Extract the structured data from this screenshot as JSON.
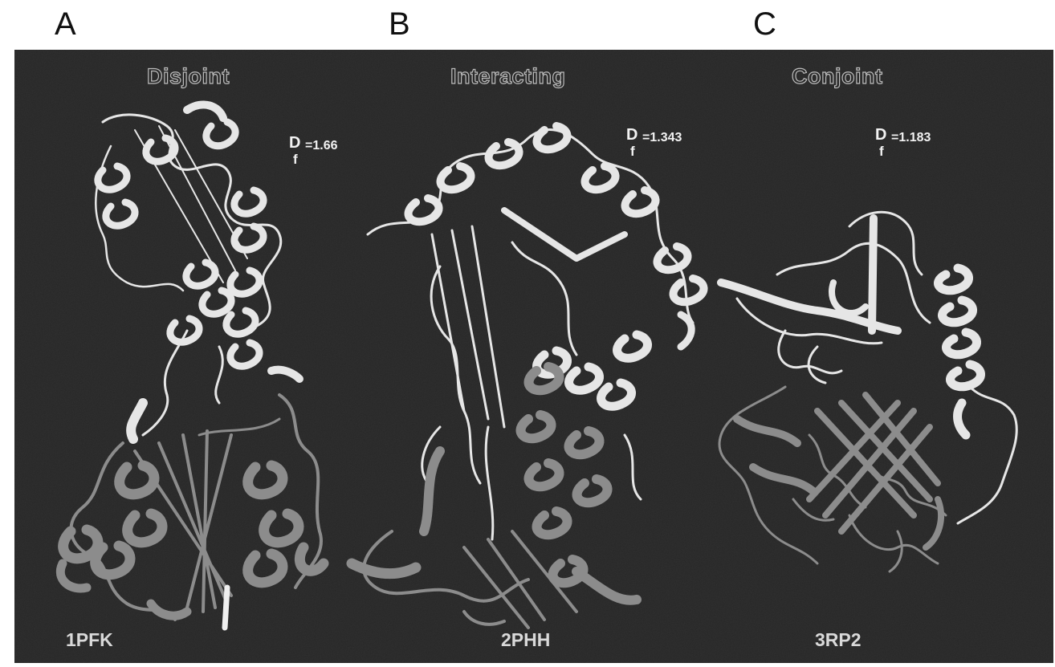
{
  "panels": [
    {
      "letter": "A",
      "heading": "Disjoint",
      "df_symbol": "D",
      "df_sub": "f",
      "df_value": "=1.66",
      "pdb": "1PFK"
    },
    {
      "letter": "B",
      "heading": "Interacting",
      "df_symbol": "D",
      "df_sub": "f",
      "df_value": "=1.343",
      "pdb": "2PHH"
    },
    {
      "letter": "C",
      "heading": "Conjoint",
      "df_symbol": "D",
      "df_sub": "f",
      "df_value": "=1.183",
      "pdb": "3RP2"
    }
  ],
  "colors": {
    "background": "#262626",
    "domain_light": "#e6e6e6",
    "domain_dark": "#8c8c8c"
  }
}
